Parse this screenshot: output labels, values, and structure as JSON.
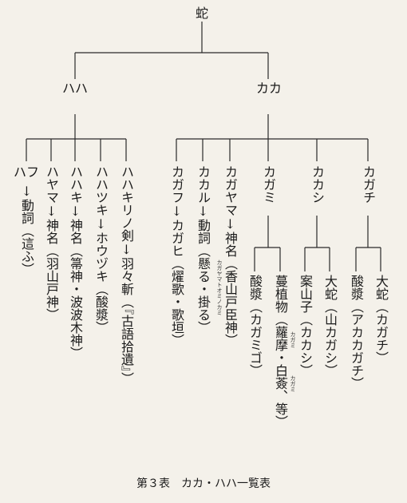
{
  "root": "蛇",
  "branches": {
    "haha": "ハハ",
    "kaka": "カカ"
  },
  "haha_children": [
    {
      "head": "ハフ",
      "desc": "動詞",
      "paren": "（這ふ）"
    },
    {
      "head": "ハヤマ",
      "desc": "神名",
      "paren": "（羽山戸神）"
    },
    {
      "head": "ハハキ",
      "desc": "神名",
      "paren": "（箒神・波波木神）"
    },
    {
      "head": "ハハツキ",
      "desc": "ホウヅキ",
      "paren": "（酸漿）"
    },
    {
      "head": "ハハキリノ剣",
      "desc": "羽々斬",
      "paren": "（『古語拾遺』）"
    }
  ],
  "kaka_children": [
    {
      "head": "カガフ",
      "desc": "カガヒ",
      "paren": "（燿歌・歌垣）"
    },
    {
      "head": "カカル",
      "desc": "動詞",
      "paren": "（懸る・掛る）"
    },
    {
      "head": "カガヤマ",
      "desc": "神名",
      "paren": "（香山戸臣神）",
      "ruby": "カガヤマトオミノカミ"
    },
    {
      "head": "カガミ",
      "leaves": [
        {
          "name": "酸漿",
          "paren": "（カガミゴ）"
        },
        {
          "name": "蔓植物",
          "paren": "（蘿摩・白薟、等）",
          "ruby1": "カガミ",
          "ruby2": "カガミ"
        }
      ]
    },
    {
      "head": "カカシ",
      "leaves": [
        {
          "name": "案山子",
          "paren": "（カカシ）"
        },
        {
          "name": "大蛇",
          "paren": "（山カガシ）"
        }
      ]
    },
    {
      "head": "カガチ",
      "leaves": [
        {
          "name": "酸漿",
          "paren": "（アカカガチ）"
        },
        {
          "name": "大蛇",
          "paren": "（カガチ）"
        }
      ]
    }
  ],
  "arrow": "↓",
  "caption": "第３表　カカ・ハハ一覧表"
}
